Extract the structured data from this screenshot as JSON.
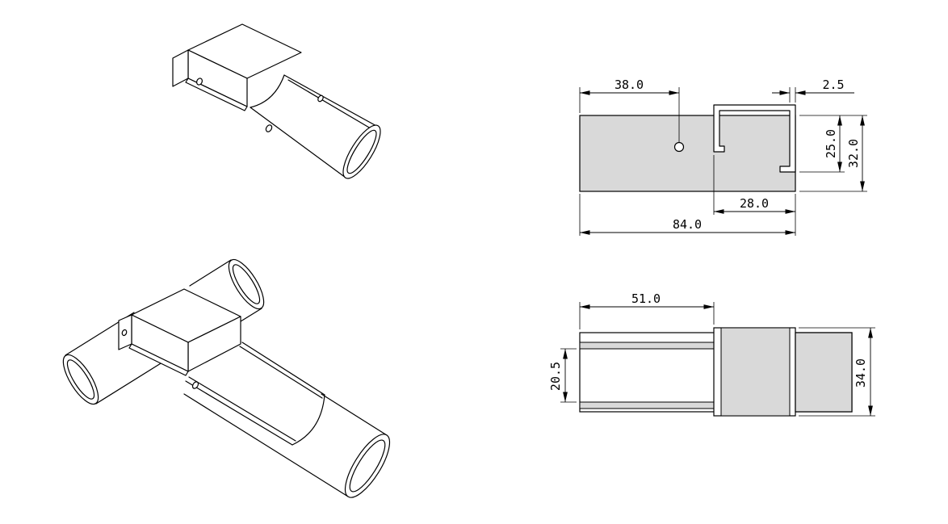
{
  "drawing": {
    "title": "pipe-clamp-bracket-technical-drawing",
    "colors": {
      "part_fill": "#d9d9d9",
      "line": "#000000",
      "background": "#ffffff"
    },
    "views": {
      "side": {
        "dims": {
          "hole_offset": "38.0",
          "lip_thickness": "2.5",
          "channel_inner_height": "25.0",
          "overall_height": "32.0",
          "channel_width": "28.0",
          "overall_length": "84.0"
        }
      },
      "top": {
        "dims": {
          "saddle_length": "51.0",
          "opening_width": "20.5",
          "overall_width": "34.0"
        }
      }
    }
  }
}
